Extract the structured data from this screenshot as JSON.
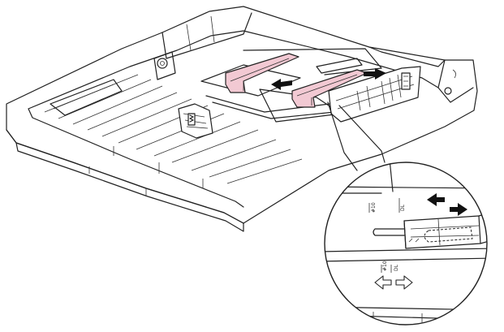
{
  "colors": {
    "guide_fill": "#f2c9d3",
    "guide_stroke": "#222222",
    "line": "#222222",
    "background": "#ffffff"
  },
  "labels": {
    "tray_mark_top_left": "#10",
    "tray_mark_top_right": "DL",
    "tray_mark_bottom_left": "#10",
    "tray_mark_bottom_right": "DL"
  }
}
